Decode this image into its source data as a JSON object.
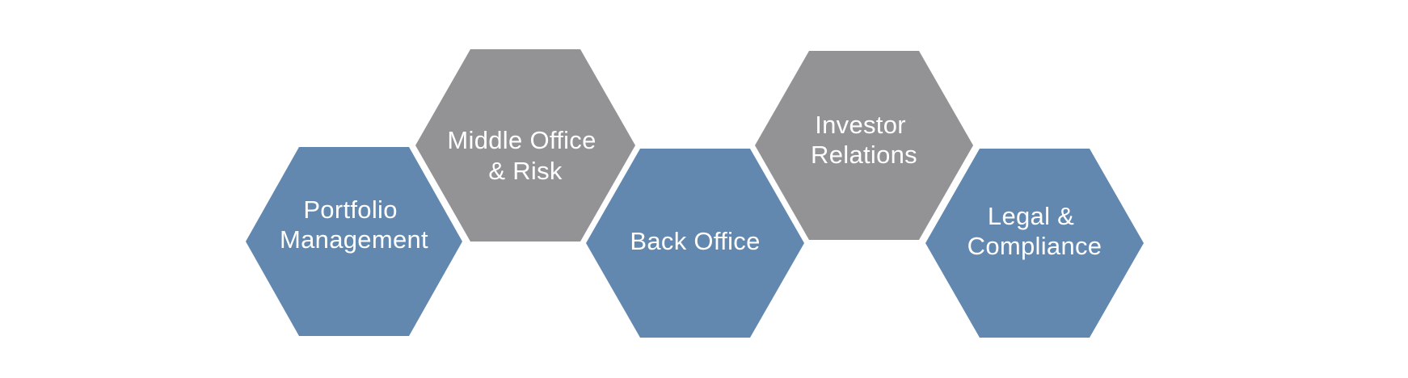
{
  "colors": {
    "background": "#ffffff",
    "blue": "#6288b0",
    "gray": "#939396",
    "text": "#ffffff"
  },
  "hexagons": [
    {
      "id": "portfolio-management",
      "color": "blue",
      "lines": [
        "Portfolio",
        "Management"
      ]
    },
    {
      "id": "middle-office-risk",
      "color": "gray",
      "lines": [
        "Middle Office",
        "& Risk"
      ]
    },
    {
      "id": "back-office",
      "color": "blue",
      "lines": [
        "Back Office"
      ]
    },
    {
      "id": "investor-relations",
      "color": "gray",
      "lines": [
        "Investor",
        "Relations"
      ]
    },
    {
      "id": "legal-compliance",
      "color": "blue",
      "lines": [
        "Legal &",
        "Compliance"
      ]
    }
  ]
}
